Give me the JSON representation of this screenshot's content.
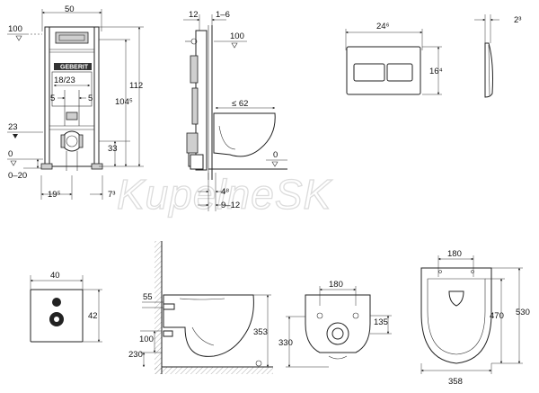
{
  "watermark": "KupelneSK",
  "frame_front": {
    "w50": "50",
    "h100": "100",
    "d18_23": "18/23",
    "d5a": "5",
    "d5b": "5",
    "d23": "23",
    "d0": "0",
    "d0_20": "0–20",
    "h33": "33",
    "h104": "104⁵",
    "h112": "112",
    "b19": "19⁵",
    "b7": "7³",
    "brand": "GEBERIT"
  },
  "frame_side": {
    "t12": "12",
    "t1_6": "1–6",
    "h100": "100",
    "l62": "≤ 62",
    "d0": "0",
    "b4": "4⁸",
    "b9_12": "9–12"
  },
  "plate": {
    "w": "24⁶",
    "h": "16⁴",
    "t": "2³"
  },
  "seat_front": {
    "w": "40",
    "h": "42"
  },
  "side_view": {
    "d55": "55",
    "d100": "100",
    "d230": "230",
    "d353": "353"
  },
  "back_view": {
    "d180": "180",
    "d135": "135",
    "d330": "330"
  },
  "top_view": {
    "d180": "180",
    "d470": "470",
    "d530": "530",
    "d358": "358"
  }
}
